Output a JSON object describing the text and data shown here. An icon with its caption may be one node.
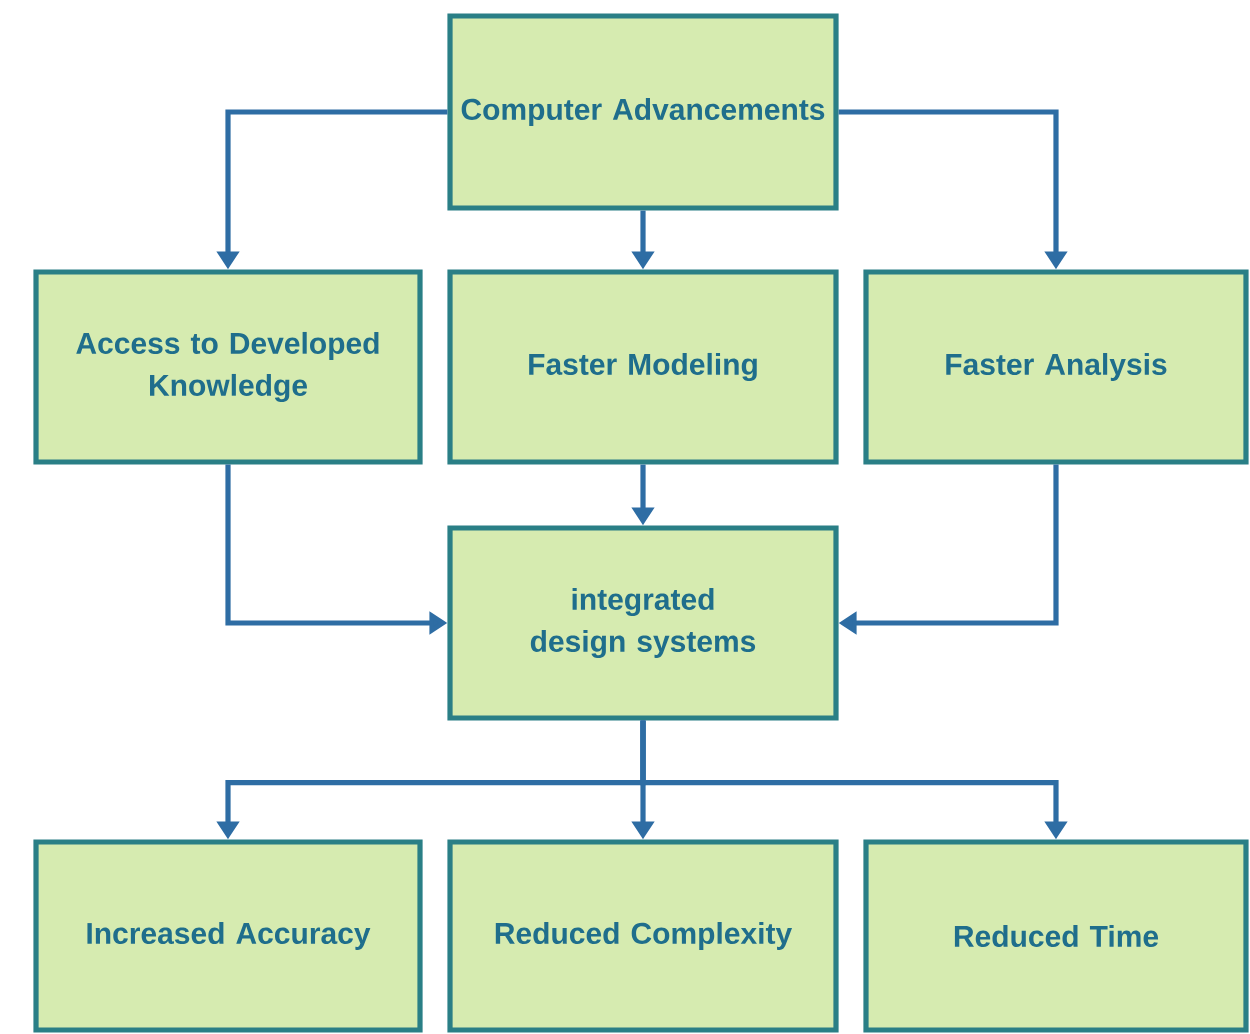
{
  "diagram": {
    "nodes": [
      {
        "text": [
          "Computer Advancements"
        ]
      },
      {
        "text": [
          "Access to Developed Knowledge"
        ]
      },
      {
        "text": [
          "Faster Modeling"
        ]
      },
      {
        "text": [
          "Faster Analysis"
        ]
      },
      {
        "text": [
          "integrated design systems"
        ]
      },
      {
        "text": [
          "Increased Accuracy"
        ]
      },
      {
        "text": [
          "Reduced Complexity"
        ]
      },
      {
        "text": [
          "Reduced Time"
        ]
      }
    ],
    "edges": [
      {
        "from": 0,
        "to": 1,
        "arrow": "to"
      },
      {
        "from": 0,
        "to": 2,
        "arrow": "to"
      },
      {
        "from": 0,
        "to": 3,
        "arrow": "to"
      },
      {
        "from": 1,
        "to": 4,
        "arrow": "to"
      },
      {
        "from": 2,
        "to": 4,
        "arrow": "to"
      },
      {
        "from": 3,
        "to": 4,
        "arrow": "to"
      },
      {
        "from": 4,
        "to": 5,
        "arrow": "to"
      },
      {
        "from": 4,
        "to": 6,
        "arrow": "to"
      },
      {
        "from": 4,
        "to": 7,
        "arrow": "to"
      }
    ]
  }
}
